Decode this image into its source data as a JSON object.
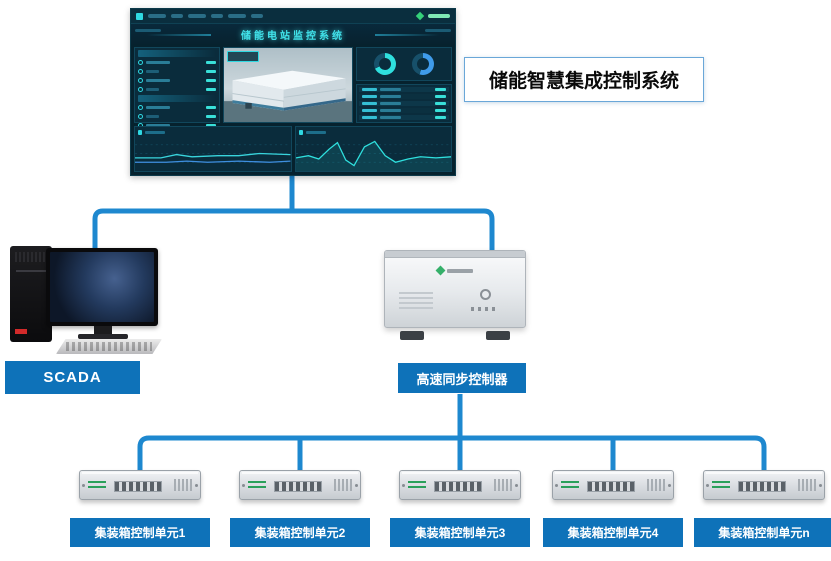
{
  "system_title": "储能智慧集成控制系统",
  "dashboard": {
    "title": "储能电站监控系统"
  },
  "scada": {
    "label": "SCADA"
  },
  "controller": {
    "label": "高速同步控制器"
  },
  "units": [
    {
      "label": "集装箱控制单元1"
    },
    {
      "label": "集装箱控制单元2"
    },
    {
      "label": "集装箱控制单元3"
    },
    {
      "label": "集装箱控制单元4"
    },
    {
      "label": "集装箱控制单元n"
    }
  ],
  "colors": {
    "connector_blue": "#1e88cf",
    "label_blue": "#0e72b9",
    "dashboard_teal": "#41e2ea"
  }
}
